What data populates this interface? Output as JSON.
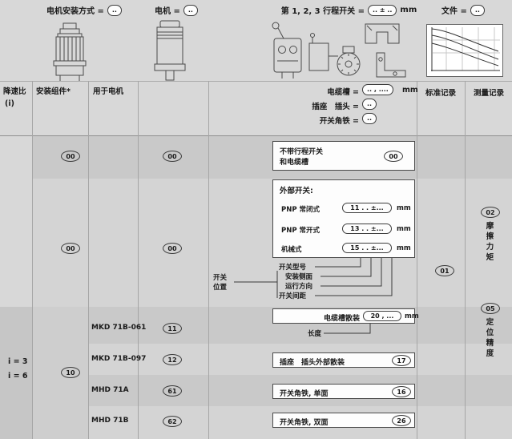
{
  "colors": {
    "bg": "#d8d8d8",
    "band_dark": "#c9c9c9",
    "band_light": "#d4d4d4",
    "box_bg": "#fdfdfd"
  },
  "top": {
    "mount": {
      "label": "电机安装方式 =",
      "code": ".."
    },
    "motor": {
      "label": "电机 =",
      "code": ".."
    },
    "travel_switch": {
      "label": "第 1, 2, 3 行程开关 =",
      "code": ".. ± ..",
      "unit": "mm"
    },
    "document": {
      "label": "文件 =",
      "code": ".."
    }
  },
  "columns": {
    "ratio": "降速比",
    "ratio_symbol": "(i)",
    "mount_assembly": "安装组件*",
    "for_motor": "用于电机",
    "standard_record": "标准记录",
    "measurement_record": "测量记录"
  },
  "mid": {
    "cable_duct": {
      "label": "电缆槽 =",
      "code": ".. , ....",
      "unit": "mm"
    },
    "plug": {
      "label": "插座　插头 =",
      "code": ".."
    },
    "angle": {
      "label": "开关角铁 =",
      "code": ".."
    }
  },
  "row_no_switch": {
    "mount_code": "00",
    "motor_code": "00",
    "label_line1": "不带行程开关",
    "label_line2": "和电缆槽",
    "code": "00"
  },
  "row_external": {
    "mount_code": "00",
    "motor_code": "00",
    "title": "外部开关:",
    "options": [
      {
        "label": "PNP 常闭式",
        "code": "11 . . ±...",
        "unit": "mm"
      },
      {
        "label": "PNP 常开式",
        "code": "13 . . ±...",
        "unit": "mm"
      },
      {
        "label": "机械式",
        "code": "15 . . ±...",
        "unit": "mm"
      }
    ],
    "legend_title_line1": "开关",
    "legend_title_line2": "位置",
    "legend": [
      "开关型号",
      "安装侧面",
      "运行方向",
      "开关间距"
    ]
  },
  "row_motors": {
    "ratio_line1": "i = 3",
    "ratio_line2": "i = 6",
    "mount_code": "10",
    "items": [
      {
        "name": "MKD 71B-061",
        "code": "11"
      },
      {
        "name": "MKD 71B-097",
        "code": "12"
      },
      {
        "name": "MHD 71A",
        "code": "61"
      },
      {
        "name": "MHD 71B",
        "code": "62"
      }
    ]
  },
  "accessories": {
    "cable_bulk": {
      "label": "电缆槽散装",
      "code": "20 , ...",
      "unit": "mm",
      "note": "长度"
    },
    "plug_bulk": {
      "label": "插座　插头外部散装",
      "code": "17"
    },
    "bracket_single": {
      "label": "开关角铁, 单面",
      "code": "16"
    },
    "bracket_double": {
      "label": "开关角铁, 双面",
      "code": "26"
    }
  },
  "records": {
    "standard": {
      "code": "01"
    },
    "friction": {
      "code": "02",
      "label": "摩擦力矩"
    },
    "positioning": {
      "code": "05",
      "label": "定位精度"
    }
  }
}
